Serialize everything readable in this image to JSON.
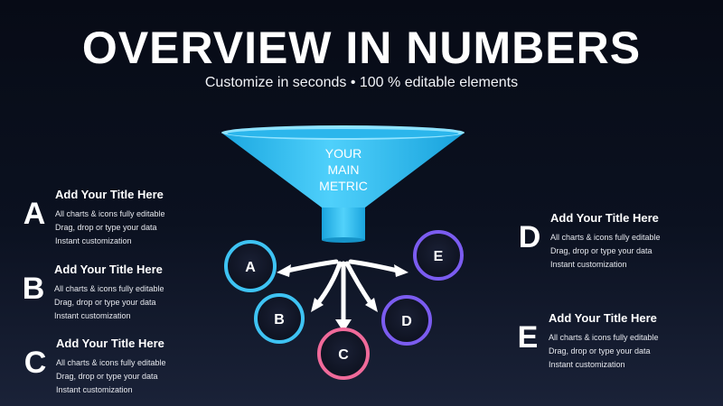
{
  "header": {
    "title": "OVERVIEW IN NUMBERS",
    "subtitle": "Customize in seconds • 100 % editable elements"
  },
  "funnel": {
    "label_lines": [
      "YOUR",
      "MAIN",
      "METRIC"
    ],
    "color": "#3ec3f3"
  },
  "nodes": [
    {
      "letter": "A",
      "color": "#3ec3f3"
    },
    {
      "letter": "B",
      "color": "#3ec3f3"
    },
    {
      "letter": "C",
      "color": "#f06a9a"
    },
    {
      "letter": "D",
      "color": "#7b5cf0"
    },
    {
      "letter": "E",
      "color": "#7b5cf0"
    }
  ],
  "blocks": [
    {
      "letter": "A",
      "title": "Add Your Title Here",
      "lines": [
        "All charts & icons fully editable",
        "Drag, drop or type your data",
        "Instant customization"
      ]
    },
    {
      "letter": "B",
      "title": "Add Your Title Here",
      "lines": [
        "All charts & icons fully editable",
        "Drag, drop or type your data",
        "Instant customization"
      ]
    },
    {
      "letter": "C",
      "title": "Add Your Title Here",
      "lines": [
        "All charts & icons fully editable",
        "Drag, drop or type your data",
        "Instant customization"
      ]
    },
    {
      "letter": "D",
      "title": "Add Your Title Here",
      "lines": [
        "All charts & icons fully editable",
        "Drag, drop or type your data",
        "Instant customization"
      ]
    },
    {
      "letter": "E",
      "title": "Add Your Title Here",
      "lines": [
        "All charts & icons fully editable",
        "Drag, drop or type your data",
        "Instant customization"
      ]
    }
  ]
}
